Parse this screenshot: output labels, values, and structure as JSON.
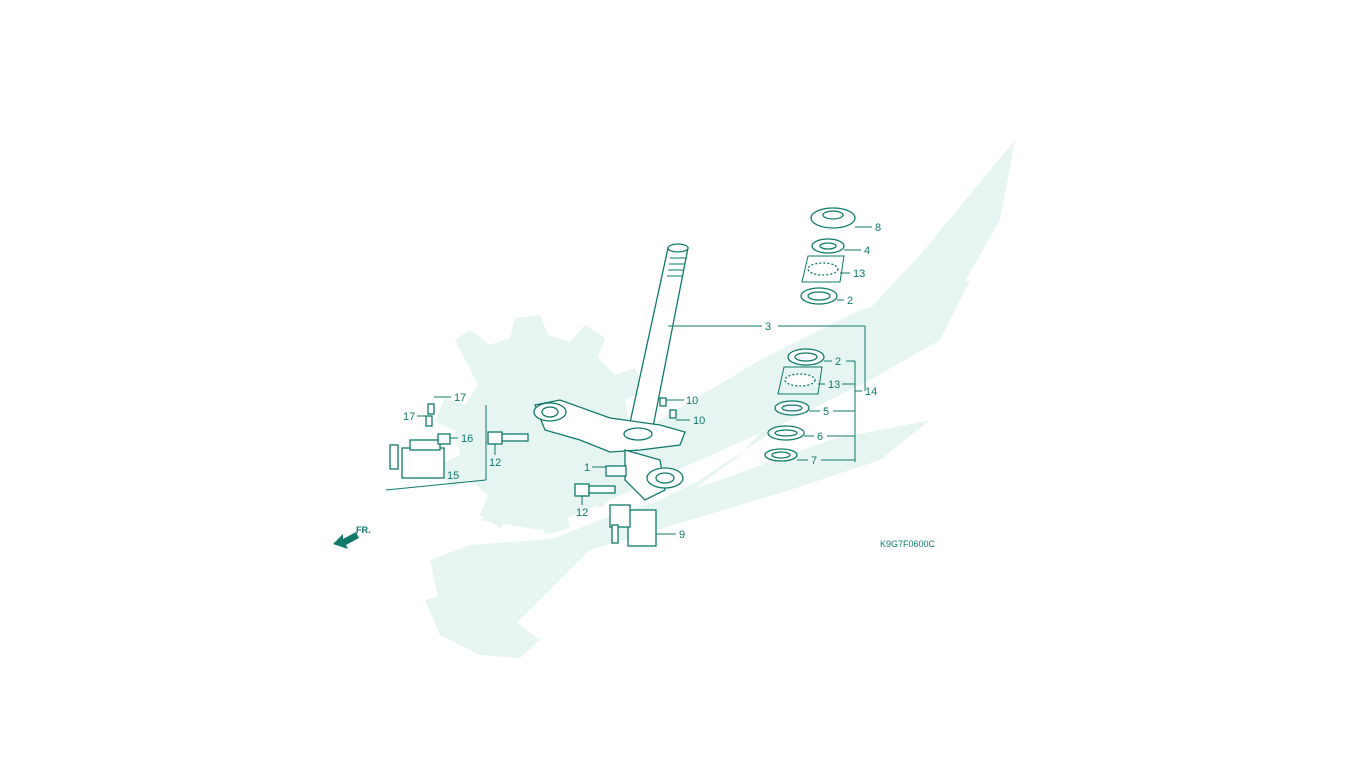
{
  "diagram": {
    "code": "K9G7F0600C",
    "front_label": "FR.",
    "accent_color": "#0f7a6a",
    "watermark_color": "#e6f5f1",
    "callouts": {
      "c8": "8",
      "c4": "4",
      "c13a": "13",
      "c2a": "2",
      "c3": "3",
      "c2b": "2",
      "c13b": "13",
      "c14": "14",
      "c5": "5",
      "c6": "6",
      "c7": "7",
      "c10a": "10",
      "c10b": "10",
      "c17a": "17",
      "c17b": "17",
      "c16": "16",
      "c15": "15",
      "c12a": "12",
      "c12b": "12",
      "c1": "1",
      "c9": "9"
    }
  }
}
